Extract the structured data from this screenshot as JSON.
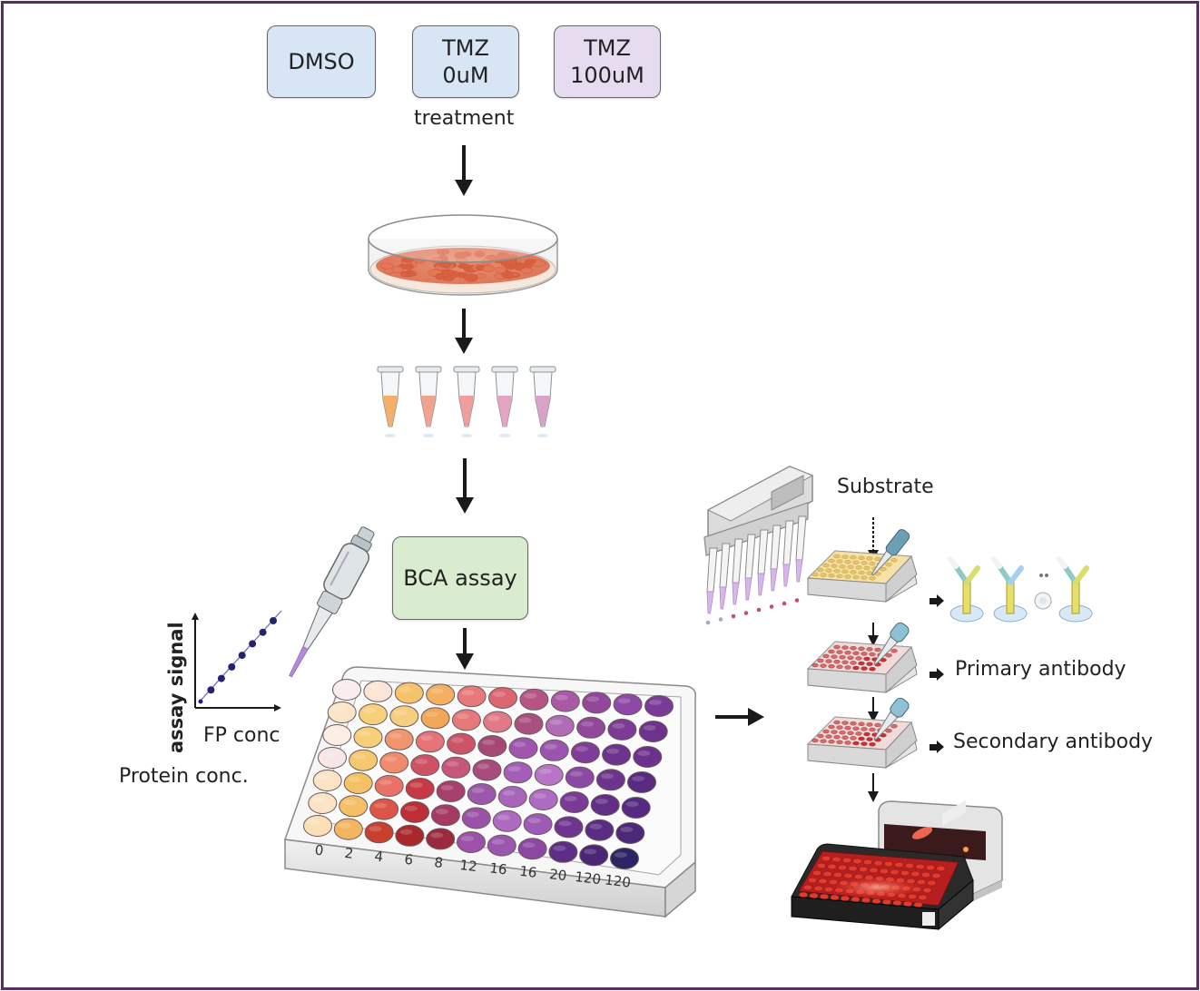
{
  "diagram": {
    "title": "BCA assay and ELISA workflow",
    "treatments": [
      {
        "lines": [
          "DMSO"
        ],
        "color": "#d8e5f4"
      },
      {
        "lines": [
          "TMZ",
          "0uM"
        ],
        "color": "#d8e5f4"
      },
      {
        "lines": [
          "TMZ",
          "100uM"
        ],
        "color": "#e7dcef"
      }
    ],
    "treatment_label": "treatment",
    "steps": {
      "culture": "petri-dish-icon",
      "lysates": "microcentrifuge-tubes-icon",
      "bca_label": "BCA assay",
      "bca_color": "#d9ecd0"
    },
    "tube_colors": [
      "#f4b06a",
      "#f1a390",
      "#ee9e9e",
      "#e4a4c2",
      "#d9a2c9"
    ],
    "standard_curve": {
      "ylabel": "assay signal",
      "xlabel": "FP conc",
      "caption": "Protein conc.",
      "point_count": 8
    },
    "plate": {
      "columns": [
        "0",
        "2",
        "4",
        "6",
        "8",
        "12",
        "16",
        "16",
        "20",
        "120",
        "120"
      ],
      "rows": 7,
      "well_colors": [
        [
          "#f8ecec",
          "#fbe5d6",
          "#f5c36b",
          "#f2b060",
          "#e8797a",
          "#dc6670",
          "#b65585",
          "#aa5aa5",
          "#93479a",
          "#8e48a8",
          "#7a3a98"
        ],
        [
          "#fbe5c9",
          "#f7d07a",
          "#f6ce80",
          "#f0a756",
          "#e57878",
          "#e07a86",
          "#a8507e",
          "#b16cb8",
          "#91479a",
          "#7c3b94",
          "#6e318c"
        ],
        [
          "#faeee2",
          "#f7cf7a",
          "#f0956e",
          "#e57378",
          "#cb5468",
          "#a54875",
          "#9e55ad",
          "#9b55ae",
          "#7f3c98",
          "#6e338c",
          "#6c318c"
        ],
        [
          "#f6e6e6",
          "#f5c870",
          "#ee8b6c",
          "#cd5264",
          "#c8567a",
          "#a64b7c",
          "#a35fb8",
          "#b875c6",
          "#8a4aa3",
          "#6e338c",
          "#582a80"
        ],
        [
          "#fbe3c6",
          "#f4c265",
          "#e97268",
          "#c73a45",
          "#a8406e",
          "#9c58a8",
          "#a766bb",
          "#ae6bc2",
          "#7a3b96",
          "#612e88",
          "#562a82"
        ],
        [
          "#fbe4c6",
          "#f4bf68",
          "#dc5546",
          "#bc2f38",
          "#a53b62",
          "#9a52a8",
          "#ad6ac0",
          "#9e5bb6",
          "#6e3490",
          "#5a2c84",
          "#4d2878"
        ],
        [
          "#fbe0b5",
          "#f3b560",
          "#c9402f",
          "#a9282c",
          "#9b2a40",
          "#9b52a8",
          "#9b56ae",
          "#8b47a3",
          "#5e2e86",
          "#4b2675",
          "#2c2463"
        ]
      ]
    },
    "elisa": {
      "substrate_label": "Substrate",
      "primary_label": "Primary antibody",
      "secondary_label": "Secondary antibody",
      "antibody_icon": "antibody-binding-icon",
      "reader_icon": "plate-reader-icon"
    },
    "colors": {
      "frame": "#5b2c63",
      "arrow": "#1a1a1a"
    }
  }
}
